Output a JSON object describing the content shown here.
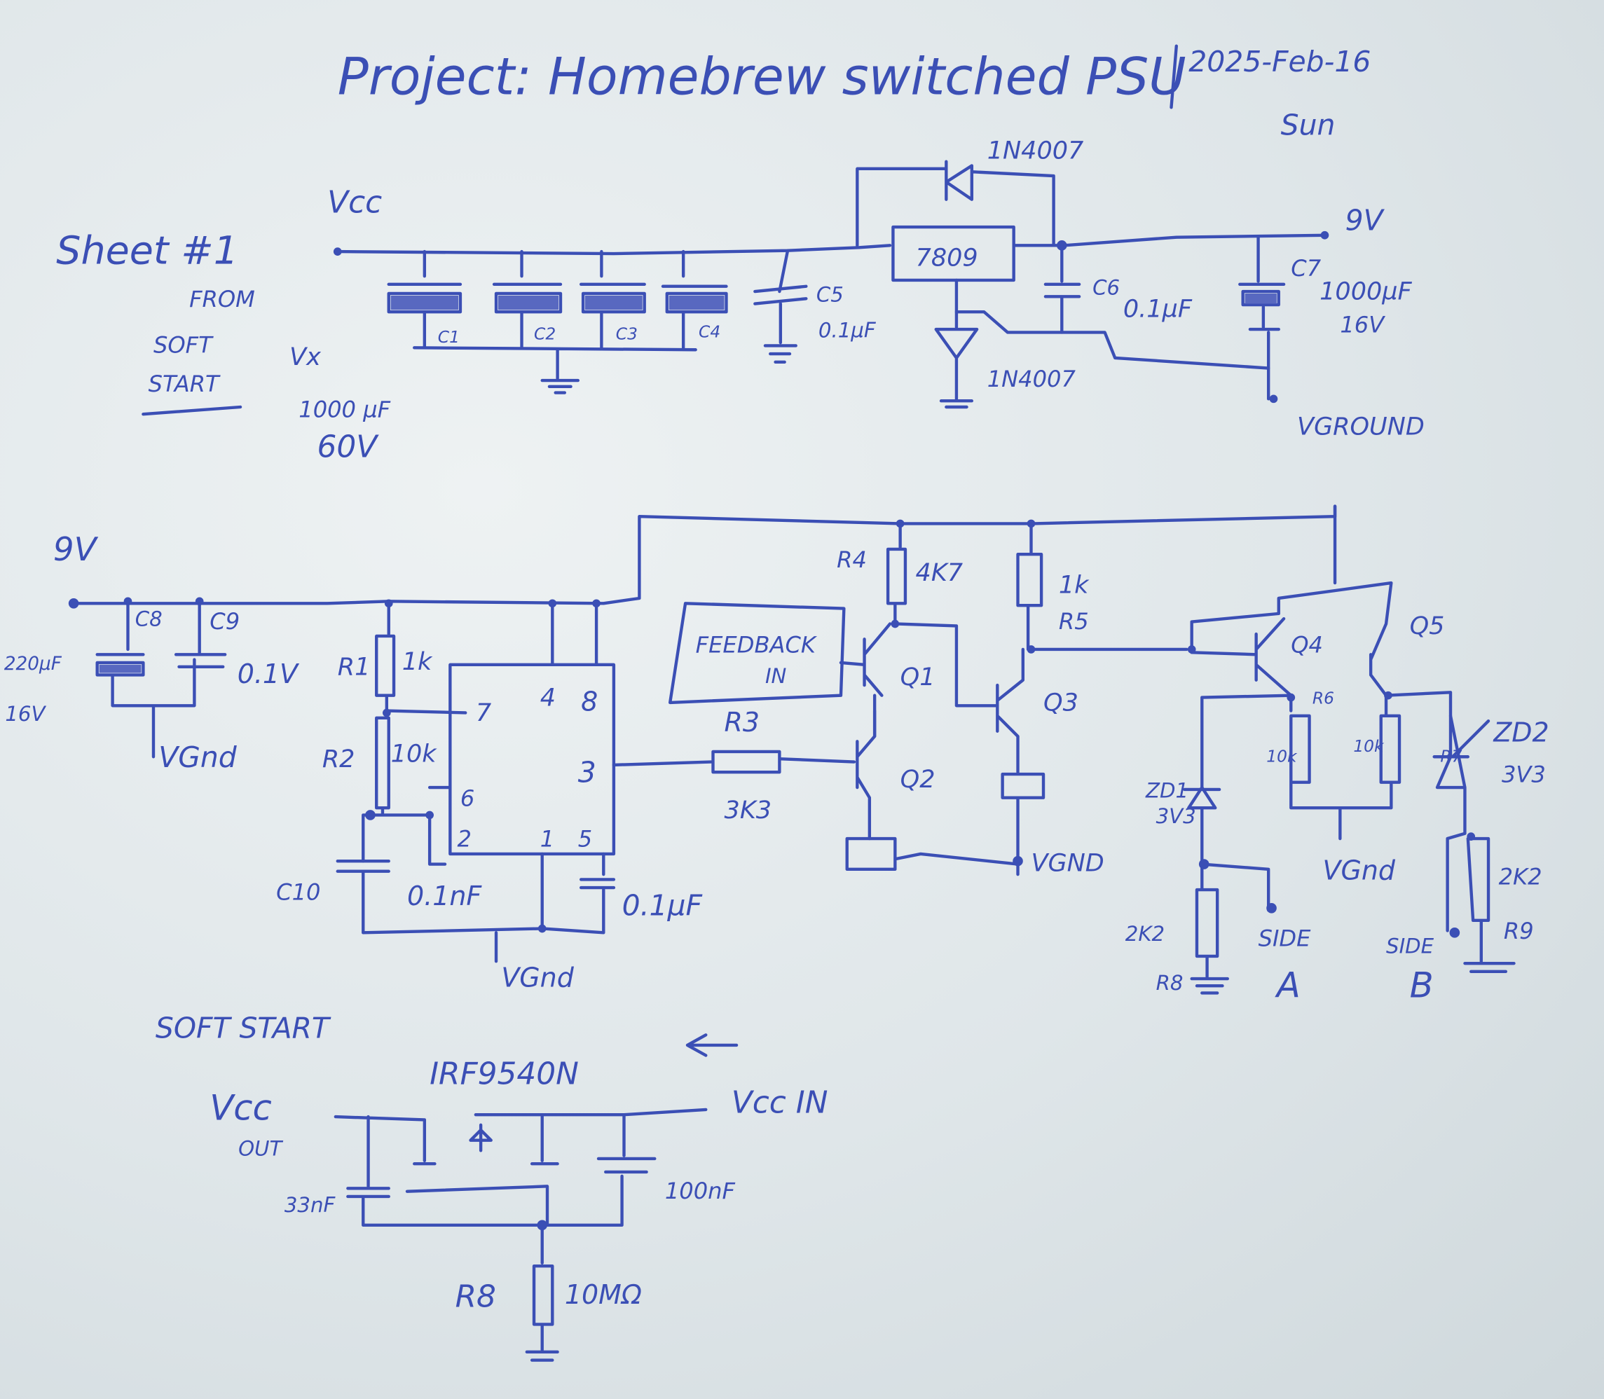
{
  "header": {
    "title": "Project: Homebrew switched PSU",
    "date": "2025-Feb-16",
    "day": "Sun",
    "sheet": "Sheet #1"
  },
  "regulator": {
    "vcc": "Vcc",
    "from": "FROM",
    "soft": "SOFT",
    "start": "START",
    "vx": "Vx",
    "bulk_value": "1000 µF",
    "bulk_voltage": "60V",
    "c1": "C1",
    "c2": "C2",
    "c3": "C3",
    "c4": "C4",
    "c5": "C5",
    "c5_value": "0.1µF",
    "reg": "7809",
    "diode_top": "1N4007",
    "diode_bottom": "1N4007",
    "c6": "C6",
    "c6_value": "0.1µF",
    "c7": "C7",
    "c7_value": "1000µF",
    "c7_voltage": "16V",
    "out": "9V",
    "ground": "VGROUND"
  },
  "oscillator": {
    "supply": "9V",
    "c8": "C8",
    "c9": "C9",
    "c8_value": "220µF",
    "c8_voltage": "16V",
    "c9_value": "0.1V",
    "gnd1": "VGnd",
    "r1": "R1",
    "r1_value": "1k",
    "r2": "R2",
    "r2_value": "10k",
    "pins": [
      "7",
      "4",
      "8",
      "3",
      "6",
      "2",
      "1",
      "5"
    ],
    "c10": "C10",
    "c10_value": "0.1nF",
    "c11_value": "0.1µF",
    "gnd2": "VGnd"
  },
  "driver": {
    "feedback": "FEEDBACK",
    "feedback_in": "IN",
    "r3": "R3",
    "r3_value": "3K3",
    "r4": "R4",
    "r4_value": "4K7",
    "r5": "R5",
    "r5_value": "1k",
    "q1": "Q1",
    "q2": "Q2",
    "q3": "Q3",
    "q4": "Q4",
    "q5": "Q5",
    "gnd3": "VGND",
    "r6": "R6",
    "r6_value": "10k",
    "r7": "R7",
    "r7_value": "10k",
    "gnd4": "VGnd",
    "zd1": "ZD1",
    "zd1_value": "3V3",
    "zd2": "ZD2",
    "zd2_value": "3V3",
    "r8": "R8",
    "r8_value": "2K2",
    "r9": "R9",
    "r9_value": "2K2",
    "side": "SIDE",
    "side_a": "A",
    "side_b": "B"
  },
  "softstart": {
    "title": "SOFT START",
    "mosfet": "IRF9540N",
    "vcc_out": "Vcc",
    "out": "OUT",
    "vcc_in": "Vcc IN",
    "c_gate": "33nF",
    "c_in": "100nF",
    "r": "R8",
    "r_value": "10MΩ"
  }
}
